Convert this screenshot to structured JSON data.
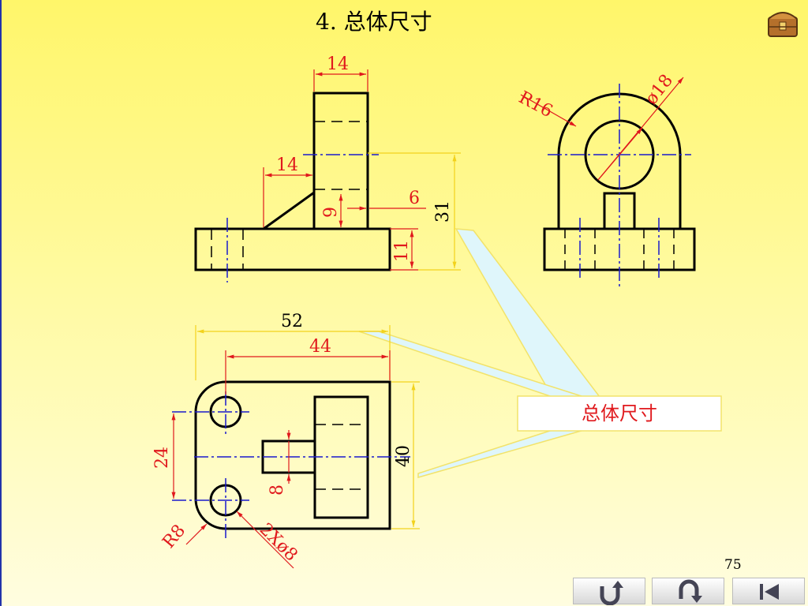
{
  "slide": {
    "title": "4. 总体尺寸",
    "page_number": "75",
    "callout_label": "总体尺寸"
  },
  "dimensions": {
    "front_top_width": "14",
    "rib_width": "14",
    "front_offset": "6",
    "front_rib_height": "9",
    "base_height": "11",
    "total_height": "31",
    "radius_top": "R16",
    "hole_diameter": "ø18",
    "total_width": "52",
    "hole_spacing_x": "44",
    "hole_spacing_y": "24",
    "total_depth": "40",
    "boss_width": "8",
    "corner_radius": "R8",
    "base_holes": "2Xø8"
  },
  "toolbar": {
    "buttons": [
      {
        "name": "return",
        "icon": "u-turn-up-icon"
      },
      {
        "name": "back",
        "icon": "u-turn-down-icon"
      },
      {
        "name": "first",
        "icon": "skip-to-start-icon"
      }
    ]
  },
  "colors": {
    "dimension": "#e0191d",
    "centerline": "#1a1acc",
    "outline": "#000000",
    "overall_dimension_line": "#f7e84a",
    "callout_fill": "#dff6fb"
  }
}
